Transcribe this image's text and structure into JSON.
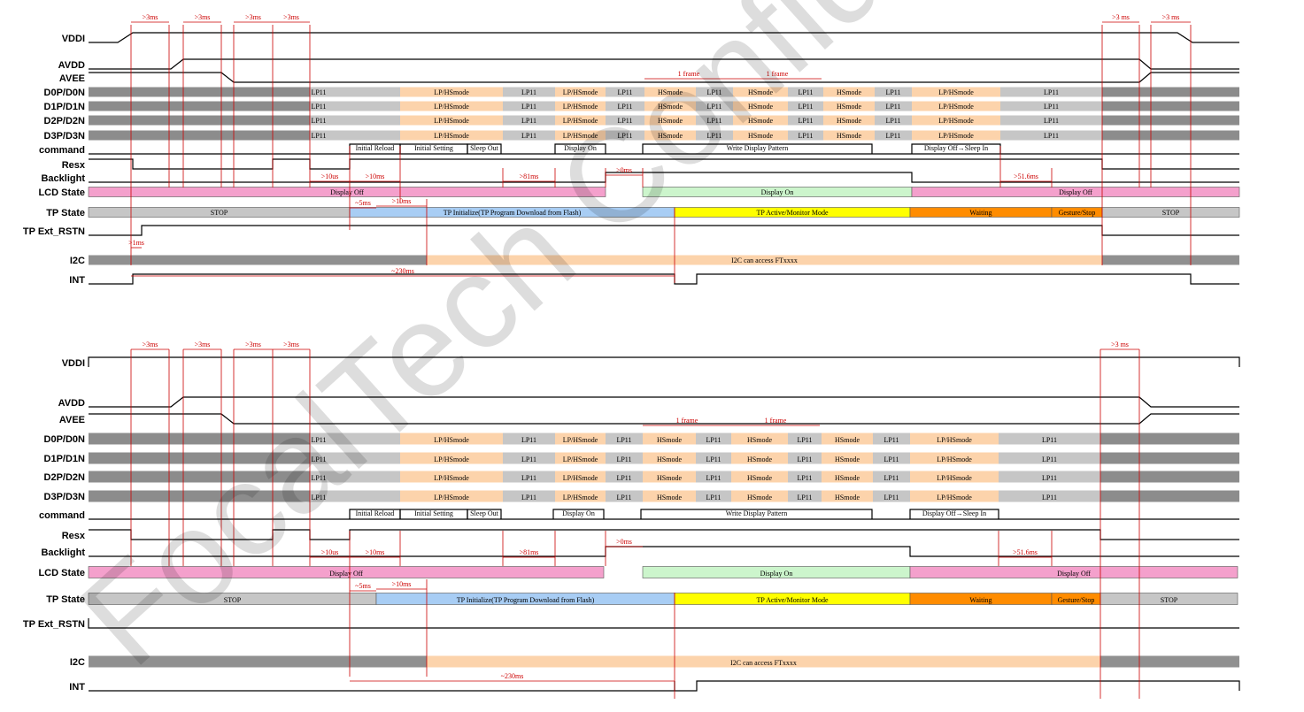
{
  "signals": [
    "VDDI",
    "AVDD",
    "AVEE",
    "D0P/D0N",
    "D1P/D1N",
    "D2P/D2N",
    "D3P/D3N",
    "command",
    "Resx",
    "Backlight",
    "LCD State",
    "TP State",
    "TP Ext_RSTN",
    "I2C",
    "INT"
  ],
  "lane_segments": [
    {
      "text": "LP11",
      "color": "#c6c6c6"
    },
    {
      "text": "LP/HSmode",
      "color": "#fcd3ab"
    },
    {
      "text": "LP11",
      "color": "#c6c6c6"
    },
    {
      "text": "LP/HSmode",
      "color": "#fcd3ab"
    },
    {
      "text": "LP11",
      "color": "#c6c6c6"
    },
    {
      "text": "HSmode",
      "color": "#fcd3ab"
    },
    {
      "text": "LP11",
      "color": "#c6c6c6"
    },
    {
      "text": "HSmode",
      "color": "#fcd3ab"
    },
    {
      "text": "LP11",
      "color": "#c6c6c6"
    },
    {
      "text": "HSmode",
      "color": "#fcd3ab"
    },
    {
      "text": "LP11",
      "color": "#c6c6c6"
    },
    {
      "text": "LP/HSmode",
      "color": "#fcd3ab"
    },
    {
      "text": "LP11",
      "color": "#c6c6c6"
    }
  ],
  "commands": [
    "Initial Reload",
    "Initial Setting",
    "Sleep Out",
    "Display On",
    "Write Display Pattern",
    "Display Off→Sleep In"
  ],
  "lcd_states": [
    "Display Off",
    "Display On",
    "Display Off"
  ],
  "tp_states": [
    "STOP",
    "TP Initialize(TP Program Download from Flash)",
    "TP Active/Monitor Mode",
    "Waiting",
    "Gesture/Stop",
    "STOP"
  ],
  "i2c_label": "I2C can access FTxxxx",
  "frame_label": "1 frame",
  "timing": {
    "t3ms": ">3ms",
    "t3ms_end": ">3 ms",
    "t10us": ">10us",
    "t10ms": ">10ms",
    "t81ms": ">81ms",
    "t0ms": ">0ms",
    "t5ms": "~5ms",
    "t51ms": ">51.6ms",
    "t1ms": ">1ms",
    "t230ms": "~230ms"
  },
  "watermark": "FocalTech Confidential For 资科 Use Only",
  "colors": {
    "lane_dark": "#8c8c8c",
    "lane_gray": "#c6c6c6",
    "lane_orange": "#fcd3ab",
    "lcd_off": "#f4a0cc",
    "lcd_on": "#ccf5cc",
    "tp_stop": "#c6c6c6",
    "tp_init": "#a8cdf4",
    "tp_active": "#ffff00",
    "tp_wait": "#ff8c00",
    "i2c_dark": "#909090",
    "i2c_orange": "#fcd3ab",
    "timing": "#cc0000"
  }
}
